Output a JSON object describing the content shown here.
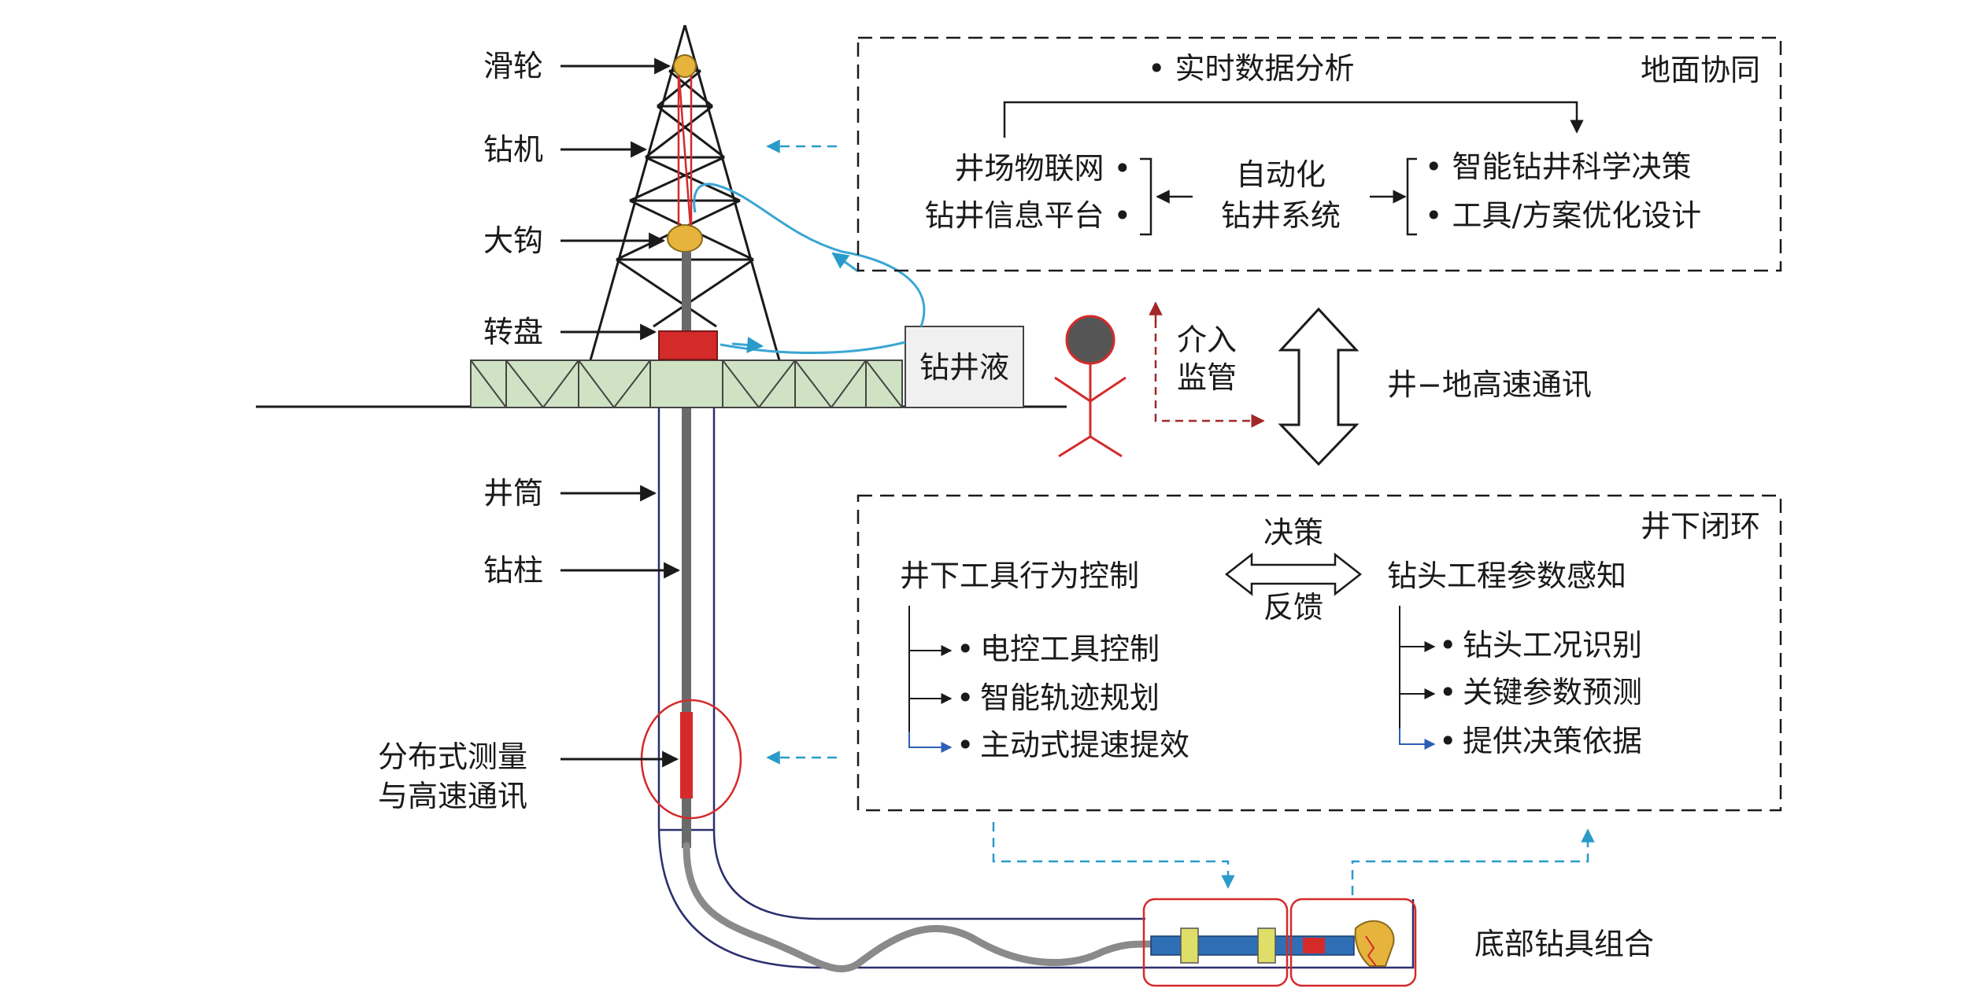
{
  "rig_labels": {
    "pulley": "滑轮",
    "rig": "钻机",
    "hook": "大钩",
    "rotary_table": "转盘",
    "wellbore": "井筒",
    "drill_string": "钻柱",
    "distributed_line1": "分布式测量",
    "distributed_line2": "与高速通讯",
    "bha": "底部钻具组合"
  },
  "mud_box": "钻井液",
  "surface_box": {
    "title": "地面协同",
    "top_item": "• 实时数据分析",
    "left_items": [
      "井场物联网 •",
      "钻井信息平台 •"
    ],
    "center_lines": [
      "自动化",
      "钻井系统"
    ],
    "right_items": [
      "• 智能钻井科学决策",
      "• 工具/方案优化设计"
    ]
  },
  "middle": {
    "intervene_lines": [
      "介入",
      "监管"
    ],
    "comm": "井−地高速通讯"
  },
  "downhole_box": {
    "title": "井下闭环",
    "left_title": "井下工具行为控制",
    "left_items": [
      "电控工具控制",
      "智能轨迹规划",
      "主动式提速提效"
    ],
    "decision": "决策",
    "feedback": "反馈",
    "right_title": "钻头工程参数感知",
    "right_items": [
      "钻头工况识别",
      "关键参数预测",
      "提供决策依据"
    ]
  },
  "colors": {
    "line": "#1a1a1a",
    "dash_blue": "#2a9bc9",
    "mud_blue": "#3aa6d3",
    "red": "#d42a2a",
    "dark_red": "#a02828",
    "well_wall": "#2b2f6e",
    "platform_fill": "#cfe3c4",
    "drill_pipe": "#6a6a6a",
    "tool_blue": "#2e6fb6",
    "tool_yellow": "#dede68",
    "gold": "#e6b43c"
  }
}
